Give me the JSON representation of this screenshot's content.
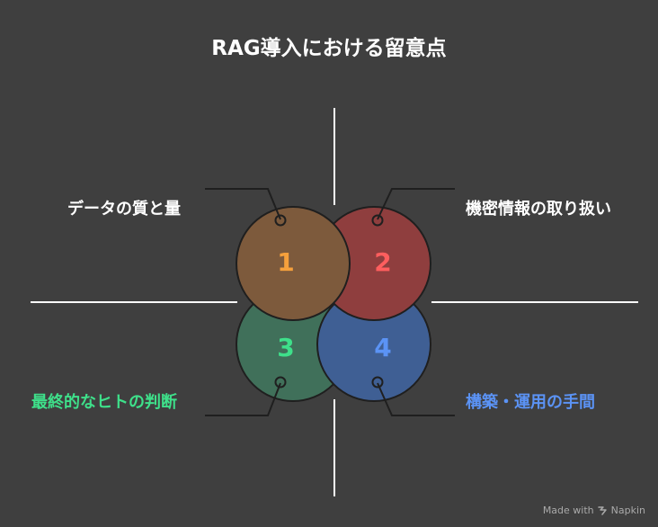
{
  "title": "RAG導入における留意点",
  "items": [
    {
      "number": "1",
      "label": "データの質と量",
      "fill": "#7d5a3c",
      "number_color": "#f5a03c",
      "label_color": "#ffffff"
    },
    {
      "number": "2",
      "label": "機密情報の取り扱い",
      "fill": "#8f3e3e",
      "number_color": "#ff5e5e",
      "label_color": "#ffffff"
    },
    {
      "number": "3",
      "label": "最終的なヒトの判断",
      "fill": "#40705a",
      "number_color": "#3ee08a",
      "label_color": "#3ee08a"
    },
    {
      "number": "4",
      "label": "構築・運用の手間",
      "fill": "#3f5f94",
      "number_color": "#5b93f5",
      "label_color": "#5b93f5"
    }
  ],
  "credit": {
    "prefix": "Made with",
    "brand": "Napkin",
    "icon": "napkin-logo-icon"
  }
}
